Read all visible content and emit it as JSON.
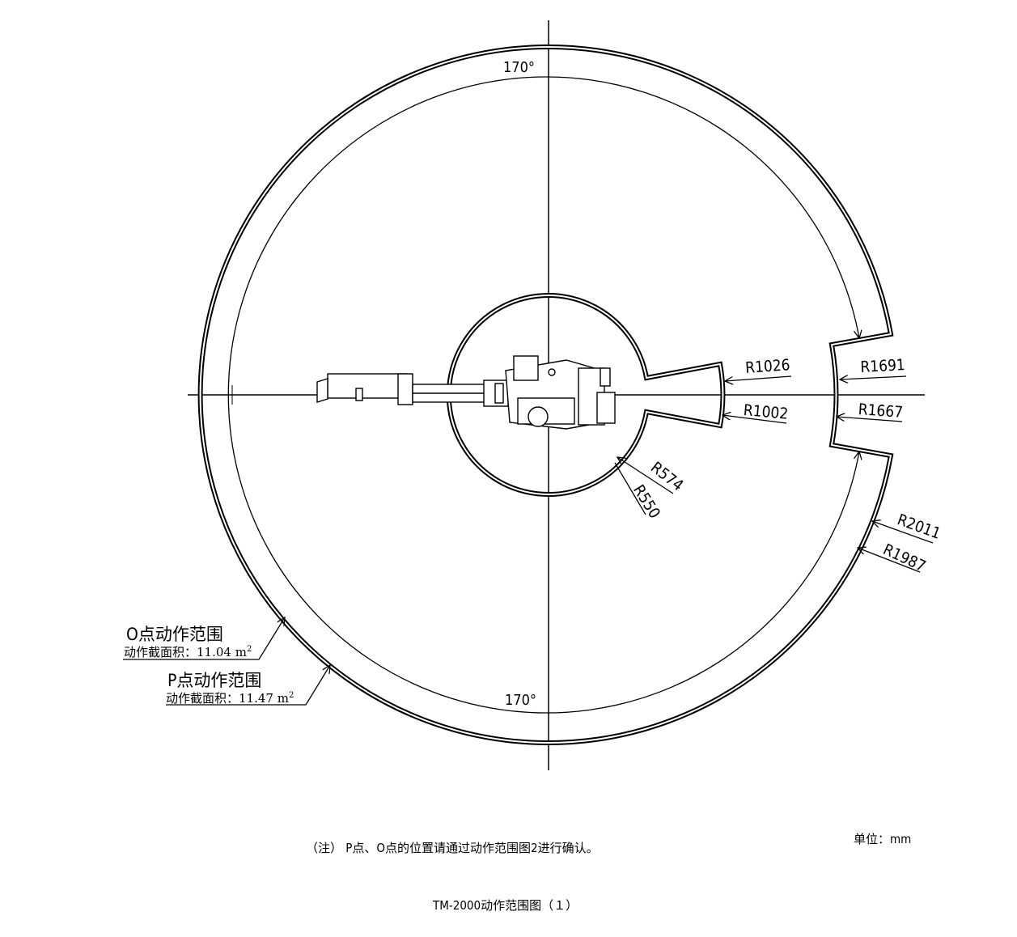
{
  "title": "TM-2000动作范围图（１）",
  "note": "（注） P点、O点的位置请通过动作范围图2进行确认。",
  "unit": "单位：mm",
  "angles": {
    "top": "170°",
    "bottom": "170°"
  },
  "dimensions": {
    "r1026": "R1026",
    "r1002": "R1002",
    "r1691": "R1691",
    "r1667": "R1667",
    "r574": "R574",
    "r550": "R550",
    "r2011": "R2011",
    "r1987": "R1987"
  },
  "ranges": {
    "o_title": "O点动作范围",
    "o_area_label": "动作截面积：11.04 m",
    "o_sup": "2",
    "p_title": "P点动作范围",
    "p_area_label": "动作截面积：11.47 m",
    "p_sup": "2"
  }
}
